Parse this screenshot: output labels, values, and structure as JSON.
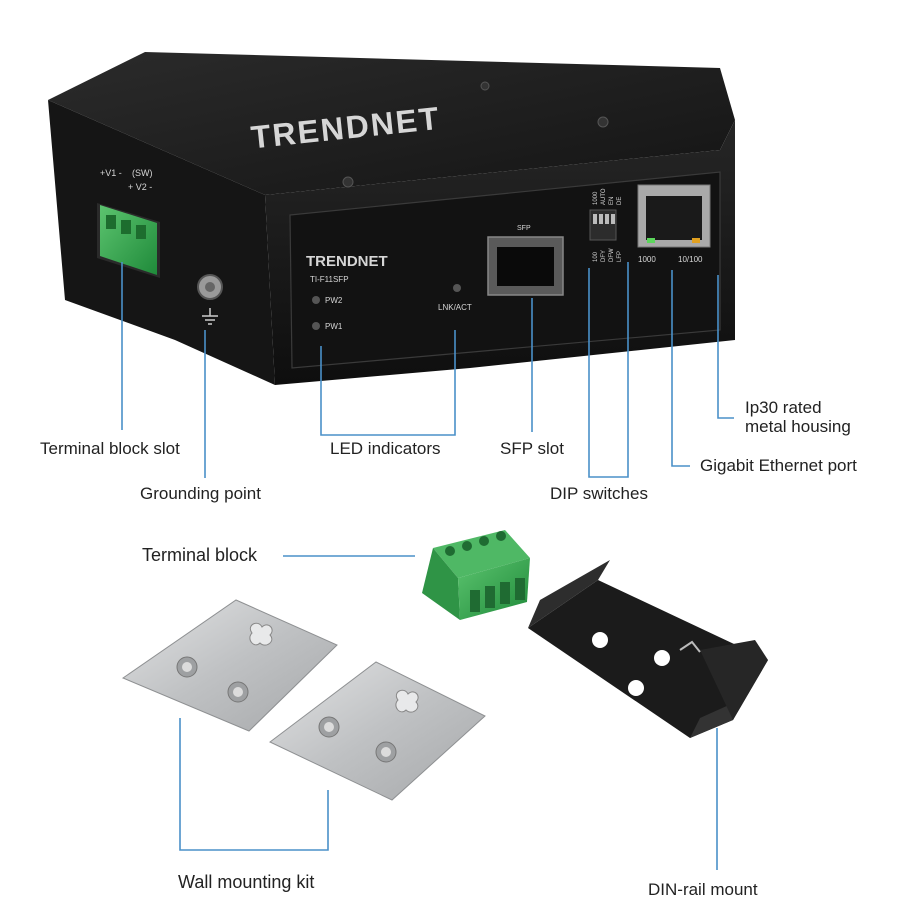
{
  "device": {
    "brand_top": "TRENDNET",
    "brand_front": "TRENDNET",
    "model": "TI-F11SFP",
    "terminal_v1": "+V1 -",
    "terminal_sw": "(SW)",
    "terminal_v2": "+ V2 -",
    "led_pw2": "PW2",
    "led_pw1": "PW1",
    "led_lnk": "LNK/ACT",
    "sfp_label": "SFP",
    "dip_top_1": "1000",
    "dip_top_2": "AUTO",
    "dip_top_3": "EN",
    "dip_top_4": "DE",
    "dip_bot_1": "100",
    "dip_bot_2": "DFY",
    "dip_bot_3": "DFW",
    "dip_bot_4": "LFP",
    "port_1000": "1000",
    "port_10100": "10/100"
  },
  "callouts": {
    "terminal_block_slot": "Terminal block slot",
    "grounding_point": "Grounding point",
    "led_indicators": "LED indicators",
    "sfp_slot": "SFP slot",
    "dip_switches": "DIP switches",
    "gigabit_port": "Gigabit Ethernet port",
    "ip30_line1": "Ip30 rated",
    "ip30_line2": "metal housing",
    "terminal_block": "Terminal block",
    "wall_mounting_kit": "Wall mounting kit",
    "din_rail_mount": "DIN-rail mount"
  },
  "colors": {
    "callout_line": "#4a90c8",
    "housing_dark": "#1c1c1c",
    "terminal_green": "#3aa757",
    "plate_silver": "#c4c6c8"
  }
}
